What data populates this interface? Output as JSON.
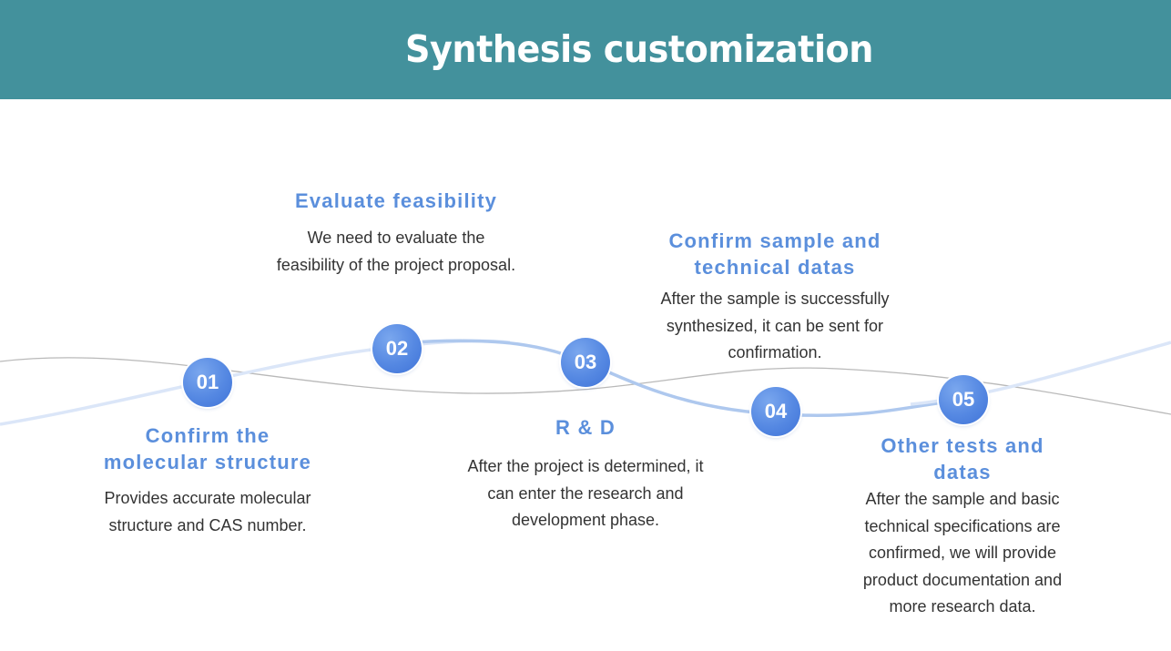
{
  "header": {
    "title": "Synthesis customization",
    "background_color": "#43919c"
  },
  "accent_color": "#5b8fdc",
  "steps": [
    {
      "number": "01",
      "title_lines": [
        "Confirm the",
        "molecular structure"
      ],
      "text_lines": [
        "Provides accurate molecular",
        "structure and CAS number."
      ]
    },
    {
      "number": "02",
      "title_lines": [
        "Evaluate feasibility"
      ],
      "text_lines": [
        "We need to evaluate the",
        "feasibility of the project proposal."
      ]
    },
    {
      "number": "03",
      "title_lines": [
        "R & D"
      ],
      "text_lines": [
        "After the project is determined, it",
        "can enter the research and",
        "development phase."
      ]
    },
    {
      "number": "04",
      "title_lines": [
        "Confirm sample and",
        "technical datas"
      ],
      "text_lines": [
        "After the sample is successfully",
        "synthesized, it can be sent for",
        "confirmation."
      ]
    },
    {
      "number": "05",
      "title_lines": [
        "Other tests and",
        "datas"
      ],
      "text_lines": [
        "After the sample and basic",
        "technical specifications are",
        "confirmed, we will provide",
        "product documentation and",
        "more research data."
      ]
    }
  ]
}
